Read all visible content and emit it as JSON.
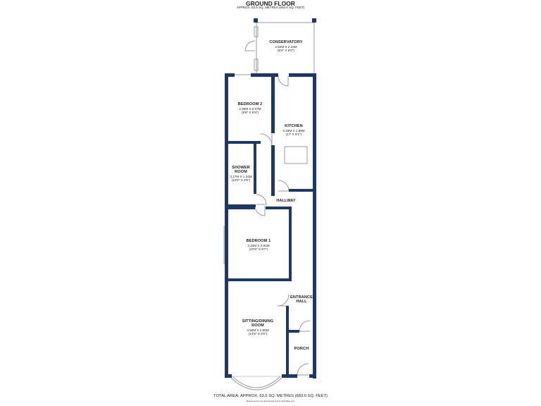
{
  "plan": {
    "title": "GROUND FLOOR",
    "subtitle": "APPROX. 63.5 SQ. METRES (683.0 SQ. FEET)",
    "total_area": "TOTAL AREA: APPROX. 63.5 SQ. METRES (683.0 SQ. FEET)",
    "note": "Measurements are approximate and for illustration only",
    "wall_color": "#1f3763"
  },
  "rooms": {
    "conservatory": {
      "name": "CONSERVATORY",
      "metric": "2.54M X 2.34M",
      "imperial": "(8'4\" X 8'0\")"
    },
    "bedroom2": {
      "name": "BEDROOM 2",
      "metric": "2.95M X 2.07M",
      "imperial": "(9'8\" X 6'9\")"
    },
    "kitchen": {
      "name": "KITCHEN",
      "metric": "5.18M X 1.88M",
      "imperial": "(17' X 6'1\")"
    },
    "shower": {
      "name1": "SHOWER",
      "name2": "ROOM",
      "metric": "3.17M X 1.34M",
      "imperial": "(10'5\" X 4'5\")"
    },
    "hallway": {
      "name": "HALLWAY"
    },
    "bedroom1": {
      "name": "BEDROOM 1",
      "metric": "3.34M X 2.91M",
      "imperial": "(10'9\" X 9'7\")"
    },
    "entrance": {
      "name1": "ENTRANCE",
      "name2": "HALL"
    },
    "sitting": {
      "name1": "SITTING/DINING",
      "name2": "ROOM",
      "metric": "4.50M X 2.86M",
      "imperial": "(14'9\" X 9'5\")"
    },
    "porch": {
      "name": "PORCH"
    }
  }
}
